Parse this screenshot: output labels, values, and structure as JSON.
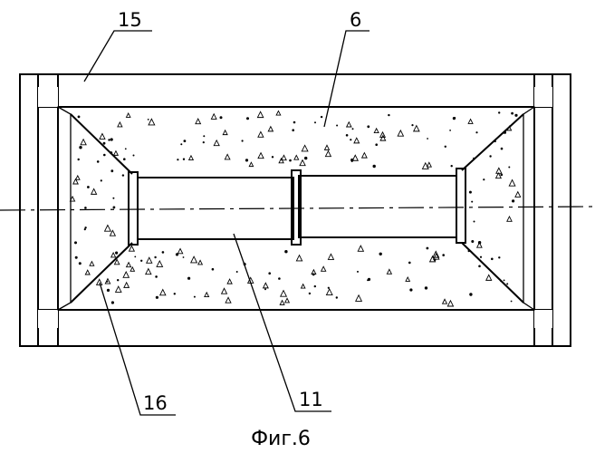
{
  "labels": {
    "housing": "15",
    "filler": "6",
    "cone": "16",
    "tube": "11"
  },
  "caption": "Фиг.6",
  "colors": {
    "ink": "#000000",
    "background": "#ffffff"
  }
}
